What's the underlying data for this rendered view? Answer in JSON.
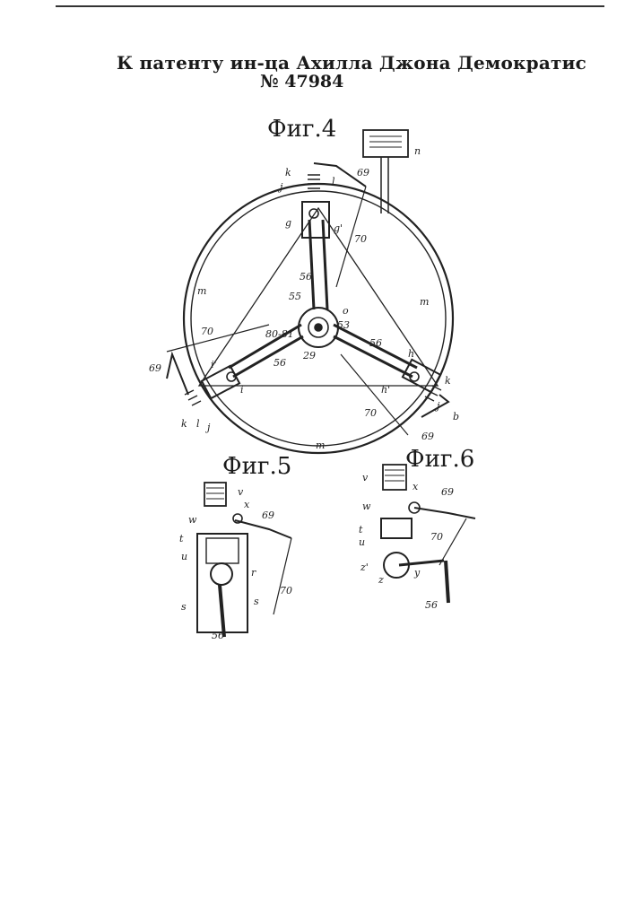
{
  "header": {
    "title": "К патенту ин-ца Ахилла Джона Демократис",
    "number": "№ 47984"
  },
  "figures": {
    "fig4": "Фиг.4",
    "fig5": "Фиг.5",
    "fig6": "Фиг.6"
  },
  "labels": {
    "k": "k",
    "j": "j",
    "l": "l",
    "g": "g",
    "g1": "g'",
    "n": "n",
    "m": "m",
    "h": "h",
    "h1": "h'",
    "i": "i",
    "i1": "i'",
    "o": "o",
    "b": "b",
    "n69": "69",
    "n70": "70",
    "n56": "56",
    "n55": "55",
    "n53": "53",
    "n29": "29",
    "n8081": "80-81",
    "v": "v",
    "x": "x",
    "w": "w",
    "t": "t",
    "u": "u",
    "r": "r",
    "s": "s",
    "z": "z",
    "z1": "z'",
    "y": "y"
  }
}
